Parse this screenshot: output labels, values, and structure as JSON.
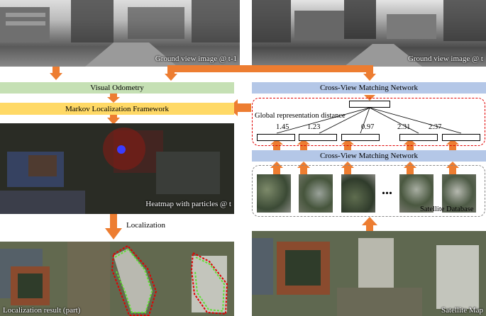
{
  "images": {
    "ground_t_minus_1": "Ground view image @ t-1",
    "ground_t": "Ground view image @ t",
    "heatmap": "Heatmap with particles @ t",
    "localization_result": "Localization result (part)",
    "satellite_map": "Satellite Map"
  },
  "blocks": {
    "visual_odometry": "Visual Odometry",
    "markov": "Markov Localization Framework",
    "cvm_top": "Cross-View Matching Network",
    "cvm_bottom": "Cross-View Matching Network",
    "satellite_db": "Satellite Database",
    "localization": "Localization"
  },
  "distance": {
    "title": "Global representation distance",
    "values": [
      "1.45",
      "1.23",
      "0.97",
      "2.31",
      "2.37"
    ],
    "ellipsis": "..."
  },
  "colors": {
    "arrow": "#ed7d31",
    "visual_odometry_bg": "#c5e0b4",
    "markov_bg": "#ffd966",
    "cvm_bg": "#b4c7e7",
    "dashed_red": "#e00000",
    "dashed_gray": "#888888"
  }
}
